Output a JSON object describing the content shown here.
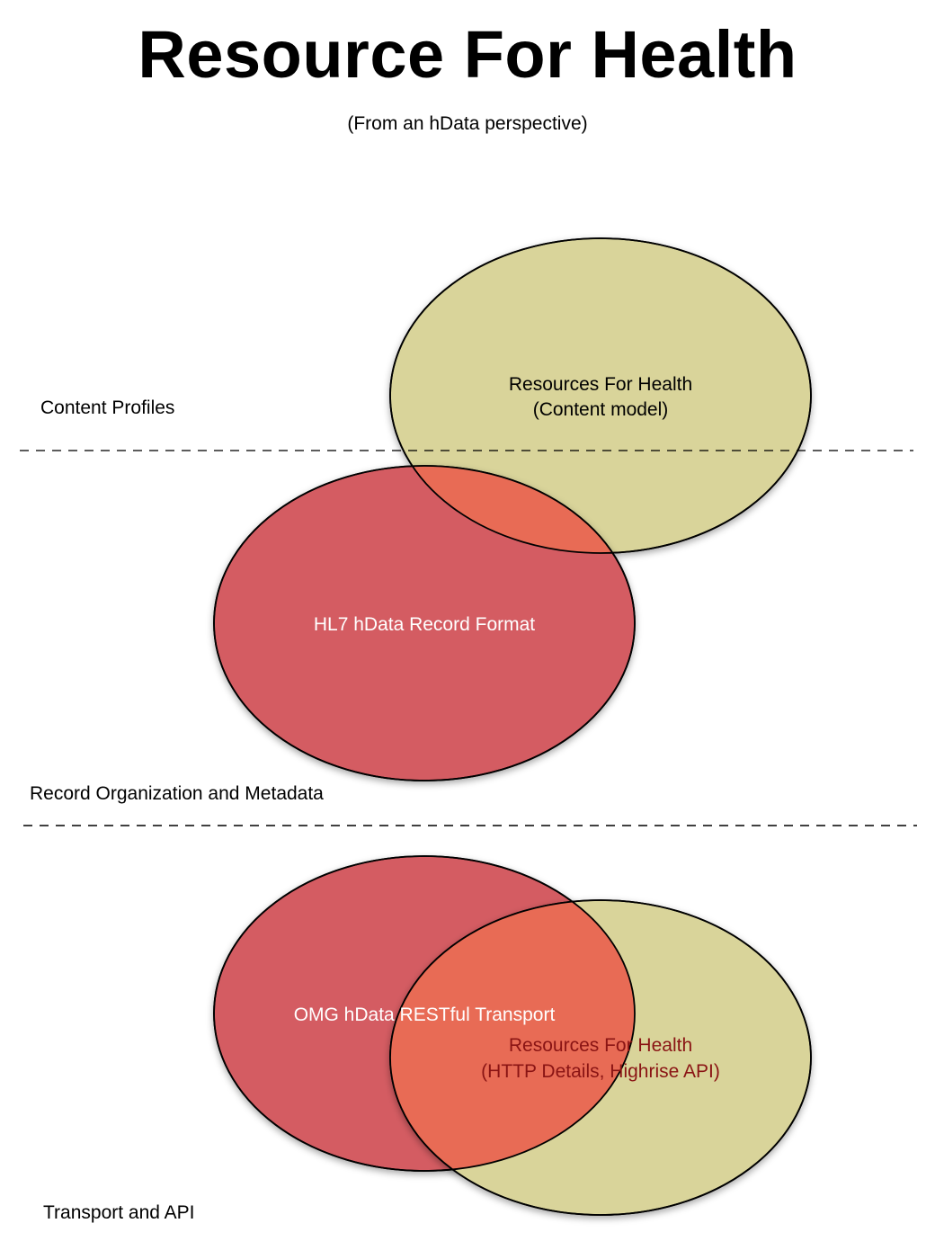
{
  "title": "Resource For Health",
  "subtitle": "(From an hData perspective)",
  "layers": {
    "content": "Content Profiles",
    "record": "Record Organization and Metadata",
    "transport": "Transport and API"
  },
  "ellipses": {
    "rfh_content": {
      "line1": "Resources For Health",
      "line2": "(Content model)"
    },
    "hl7_record": {
      "label": "HL7 hData Record Format"
    },
    "omg_transport": {
      "label": "OMG hData RESTful Transport"
    },
    "rfh_transport": {
      "line1": "Resources For Health",
      "line2": "(HTTP Details, Highrise API)"
    }
  },
  "colors": {
    "red": "#d45c62",
    "yellow": "#d9d49a",
    "overlap": "#e86b55",
    "dark_red_text": "#8a1414",
    "white_text": "#ffffff"
  }
}
